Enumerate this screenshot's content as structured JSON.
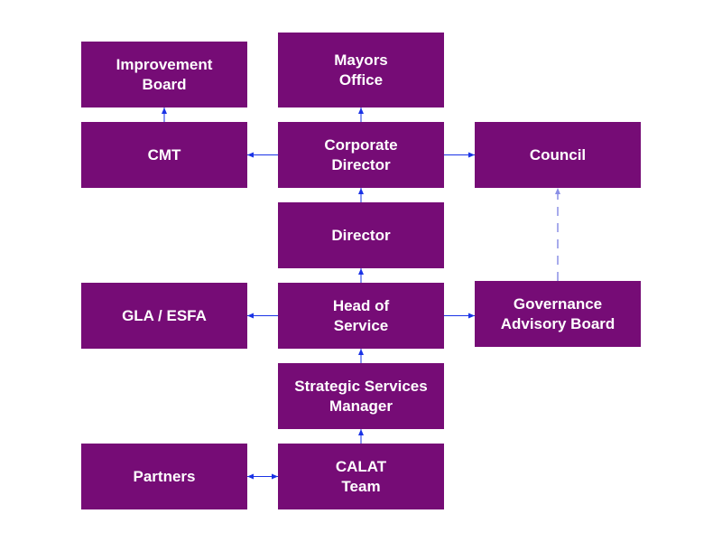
{
  "theme": {
    "box_color": "#760c76",
    "text_color": "#ffffff",
    "arrow_color": "#1a33e6",
    "dashed_color": "#8a8fe6"
  },
  "nodes": {
    "improvement_board": "Improvement\nBoard",
    "mayors_office": "Mayors\nOffice",
    "cmt": "CMT",
    "corporate_director": "Corporate\nDirector",
    "council": "Council",
    "director": "Director",
    "gla_esfa": "GLA / ESFA",
    "head_of_service": "Head of\nService",
    "governance_advisory_board": "Governance\nAdvisory Board",
    "strategic_services_manager": "Strategic Services\nManager",
    "partners": "Partners",
    "calat_team": "CALAT\nTeam"
  },
  "edges": [
    {
      "from": "calat_team",
      "to": "strategic_services_manager",
      "style": "solid"
    },
    {
      "from": "calat_team",
      "to": "partners",
      "style": "solid",
      "bidirectional": true
    },
    {
      "from": "strategic_services_manager",
      "to": "head_of_service",
      "style": "solid"
    },
    {
      "from": "head_of_service",
      "to": "director",
      "style": "solid"
    },
    {
      "from": "head_of_service",
      "to": "gla_esfa",
      "style": "solid"
    },
    {
      "from": "head_of_service",
      "to": "governance_advisory_board",
      "style": "solid"
    },
    {
      "from": "governance_advisory_board",
      "to": "council",
      "style": "dashed"
    },
    {
      "from": "director",
      "to": "corporate_director",
      "style": "solid"
    },
    {
      "from": "corporate_director",
      "to": "mayors_office",
      "style": "solid"
    },
    {
      "from": "corporate_director",
      "to": "cmt",
      "style": "solid"
    },
    {
      "from": "corporate_director",
      "to": "council",
      "style": "solid"
    },
    {
      "from": "cmt",
      "to": "improvement_board",
      "style": "solid"
    }
  ]
}
